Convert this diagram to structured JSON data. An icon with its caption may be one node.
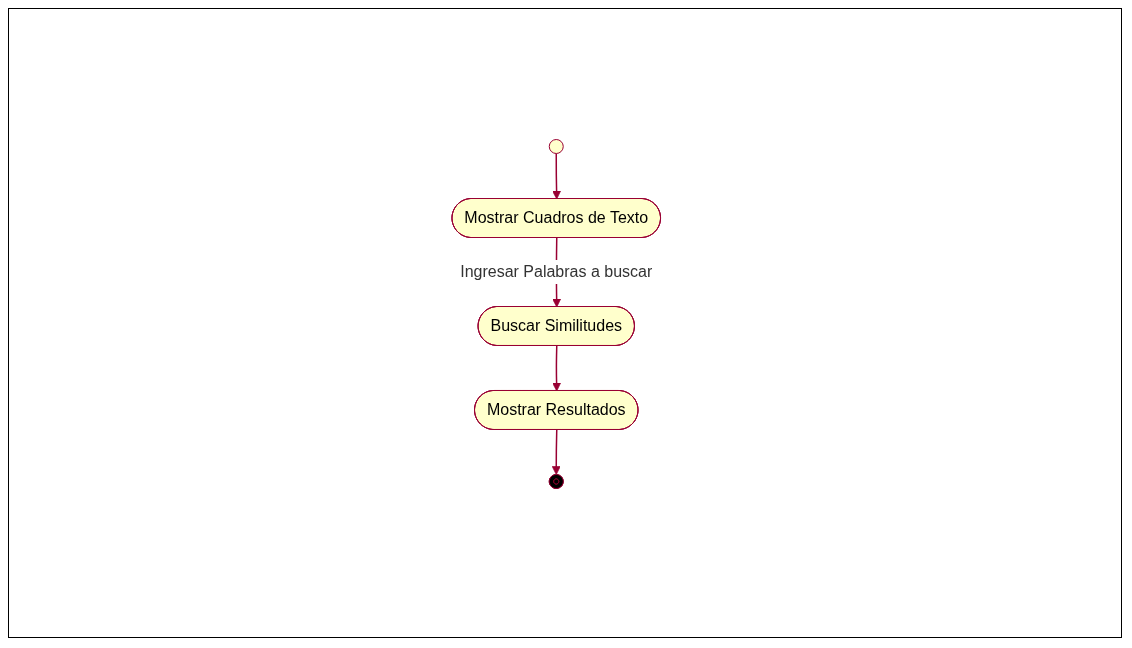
{
  "diagram": {
    "nodes": [
      {
        "text": [],
        "shape": "circle"
      },
      {
        "text": [
          "Mostrar Cuadros de Texto"
        ]
      },
      {
        "text": [
          "Buscar Similitudes"
        ]
      },
      {
        "text": [
          "Mostrar Resultados"
        ]
      },
      {
        "text": [],
        "shape": "circle"
      }
    ],
    "edges": [
      {
        "from": 0,
        "to": 1,
        "arrow": "to"
      },
      {
        "from": 1,
        "to": 2,
        "arrow": "to",
        "label": "Ingresar Palabras a buscar"
      },
      {
        "from": 2,
        "to": 3,
        "arrow": "to"
      },
      {
        "from": 3,
        "to": 4,
        "arrow": "to"
      }
    ]
  }
}
